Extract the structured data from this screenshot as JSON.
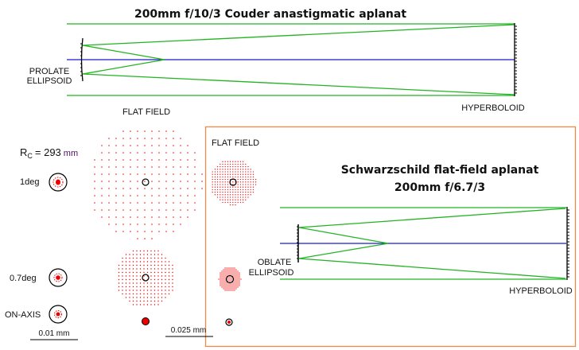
{
  "colors": {
    "ray": "#22b422",
    "axis": "#1a1acc",
    "spot": "#ee0000",
    "frame": "#f08848",
    "mirror": "#000000"
  },
  "couder": {
    "title": "200mm f/10/3 Couder anastigmatic aplanat",
    "primary_label": [
      "PROLATE",
      "ELLIPSOID"
    ],
    "secondary_label": "HYPERBOLOID",
    "flat_field_label": "FLAT FIELD",
    "rc_label": "R",
    "rc_sub": "C",
    "rc_value": "= 293",
    "rc_unit": "mm",
    "field_labels": [
      "1deg",
      "0.7deg",
      "ON-AXIS"
    ],
    "scale_bar": "0.01 mm"
  },
  "schwarzschild": {
    "title_line1": "Schwarzschild flat-field aplanat",
    "title_line2": "200mm f/6.7/3",
    "flat_field_label": "FLAT FIELD",
    "primary_label": [
      "OBLATE",
      "ELLIPSOID"
    ],
    "secondary_label": "HYPERBOLOID",
    "scale_bar": "0.025 mm"
  }
}
